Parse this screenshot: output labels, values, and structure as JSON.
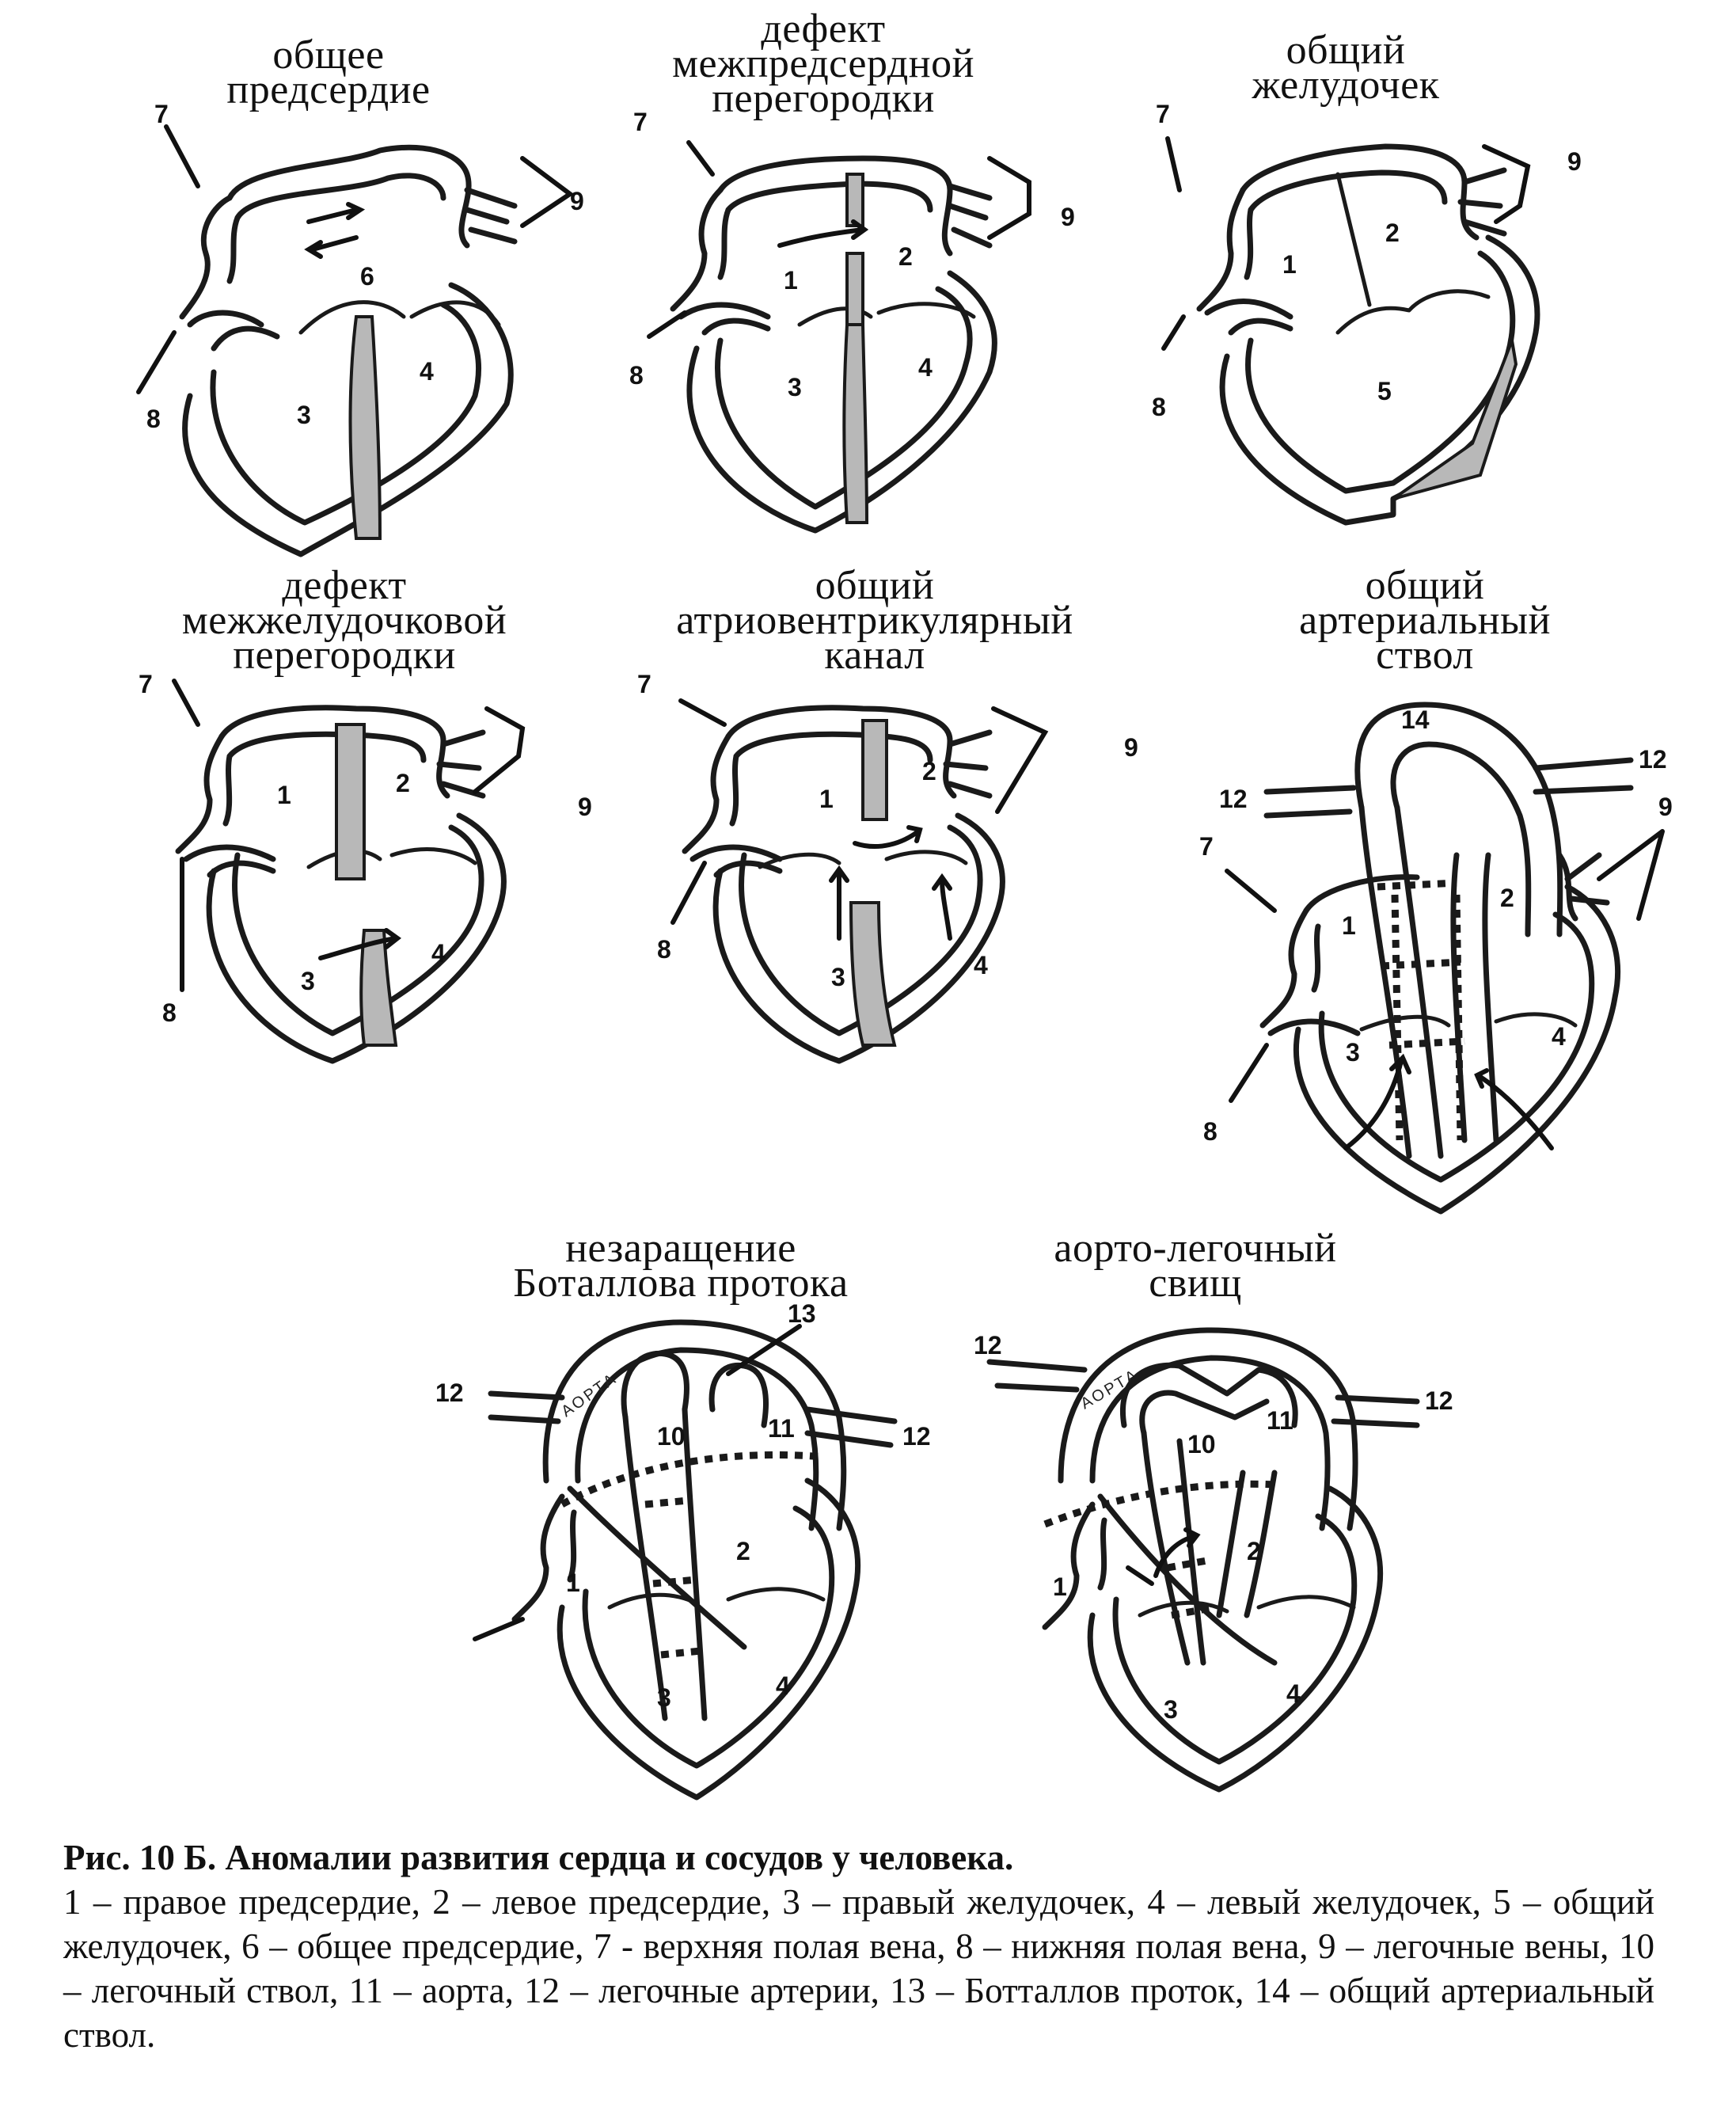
{
  "panels": [
    {
      "title": [
        "общее",
        "предсердие"
      ],
      "labels": {
        "n7": "7",
        "n8": "8",
        "n9": "9",
        "n6": "6",
        "n3": "3",
        "n4": "4"
      }
    },
    {
      "title": [
        "дефект",
        "межпредсердной",
        "перегородки"
      ],
      "labels": {
        "n7": "7",
        "n8": "8",
        "n9": "9",
        "n1": "1",
        "n2": "2",
        "n3": "3",
        "n4": "4"
      }
    },
    {
      "title": [
        "общий",
        "желудочек"
      ],
      "labels": {
        "n7": "7",
        "n8": "8",
        "n9": "9",
        "n1": "1",
        "n2": "2",
        "n5": "5"
      }
    },
    {
      "title": [
        "дефект",
        "межжелудочковой",
        "перегородки"
      ],
      "labels": {
        "n7": "7",
        "n8": "8",
        "n9": "9",
        "n1": "1",
        "n2": "2",
        "n3": "3",
        "n4": "4"
      }
    },
    {
      "title": [
        "общий",
        "атриовентрикулярный",
        "канал"
      ],
      "labels": {
        "n7": "7",
        "n8": "8",
        "n9": "9",
        "n1": "1",
        "n2": "2",
        "n3": "3",
        "n4": "4"
      }
    },
    {
      "title": [
        "общий",
        "артериальный",
        "ствол"
      ],
      "labels": {
        "n7": "7",
        "n8": "8",
        "n9": "9",
        "n1": "1",
        "n2": "2",
        "n3": "3",
        "n4": "4",
        "n12a": "12",
        "n12b": "12",
        "n14": "14"
      }
    },
    {
      "title": [
        "незаращение",
        "Боталлова протока"
      ],
      "labels": {
        "n12a": "12",
        "n12b": "12",
        "n13": "13",
        "n10": "10",
        "n11": "11",
        "n1": "1",
        "n2": "2",
        "n3": "3",
        "n4": "4",
        "aorta": "АОРТА"
      }
    },
    {
      "title": [
        "аорто-легочный",
        "свищ"
      ],
      "labels": {
        "n12a": "12",
        "n12b": "12",
        "n10": "10",
        "n11": "11",
        "n1": "1",
        "n2": "2",
        "n3": "3",
        "n4": "4",
        "aorta": "АОРТА"
      }
    }
  ],
  "caption": {
    "title": "Рис. 10 Б. Аномалии развития сердца и сосудов у человека.",
    "text": "1 – правое предсердие, 2 – левое предсердие, 3 – правый желудочек, 4 – левый желудочек, 5 – общий желудочек, 6 – общее предсердие, 7 - верхняя полая вена, 8 – нижняя полая вена, 9 – легочные вены, 10 – легочный ствол, 11 – аорта, 12 – легочные артерии,  13 – Ботталлов проток, 14 – общий артериальный ствол."
  }
}
